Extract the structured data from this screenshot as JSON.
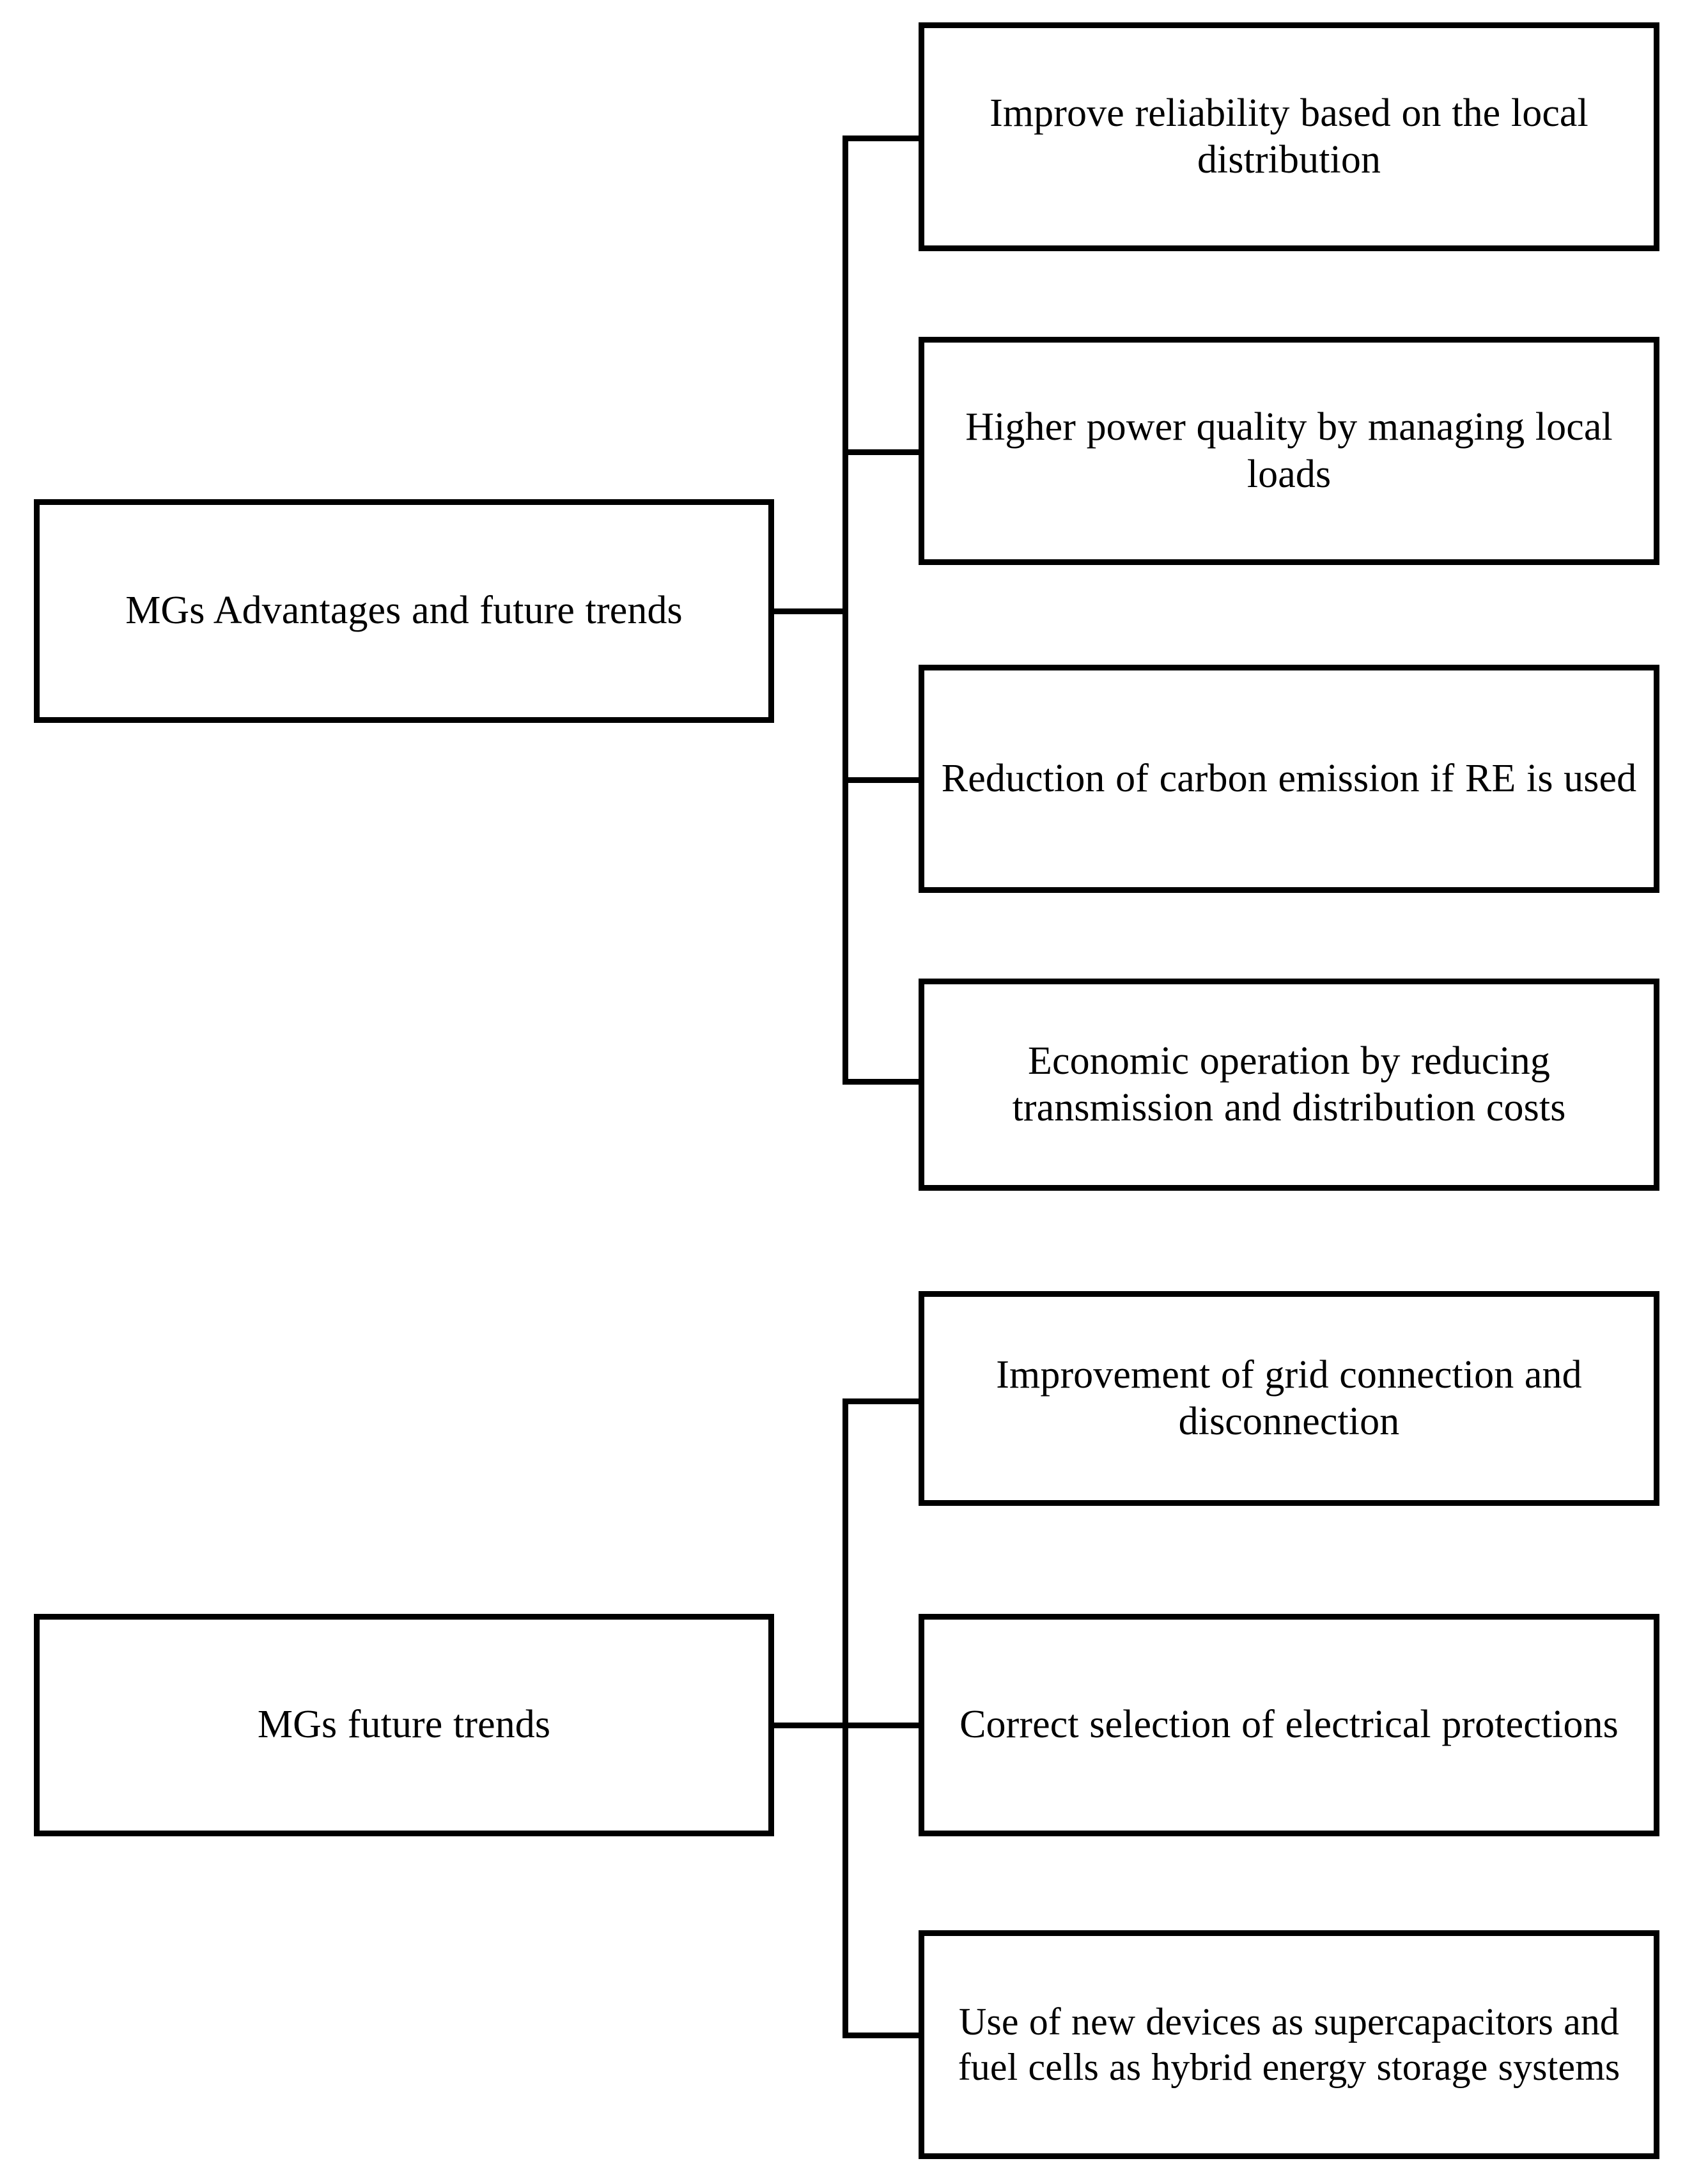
{
  "diagram": {
    "title": "MGs Advantages and future trends",
    "colors": {
      "stroke": "#000000",
      "background": "#ffffff",
      "text": "#000000"
    },
    "groups": [
      {
        "id": "advantages",
        "root_label": "MGs Advantages and future trends",
        "leaves": [
          {
            "id": "reliability",
            "label": "Improve reliability based on the local distribution"
          },
          {
            "id": "power_quality",
            "label": "Higher power quality by managing local loads"
          },
          {
            "id": "carbon",
            "label": "Reduction of carbon emission if RE is used"
          },
          {
            "id": "economic",
            "label": "Economic operation by reducing transmission and distribution costs"
          }
        ]
      },
      {
        "id": "future_trends",
        "root_label": "MGs future trends",
        "leaves": [
          {
            "id": "grid_connection",
            "label": "Improvement of grid connection and disconnection"
          },
          {
            "id": "protections",
            "label": "Correct selection of electrical protections"
          },
          {
            "id": "supercapacitors",
            "label": "Use of new devices as supercapacitors and fuel cells as hybrid energy storage systems"
          }
        ]
      }
    ]
  }
}
